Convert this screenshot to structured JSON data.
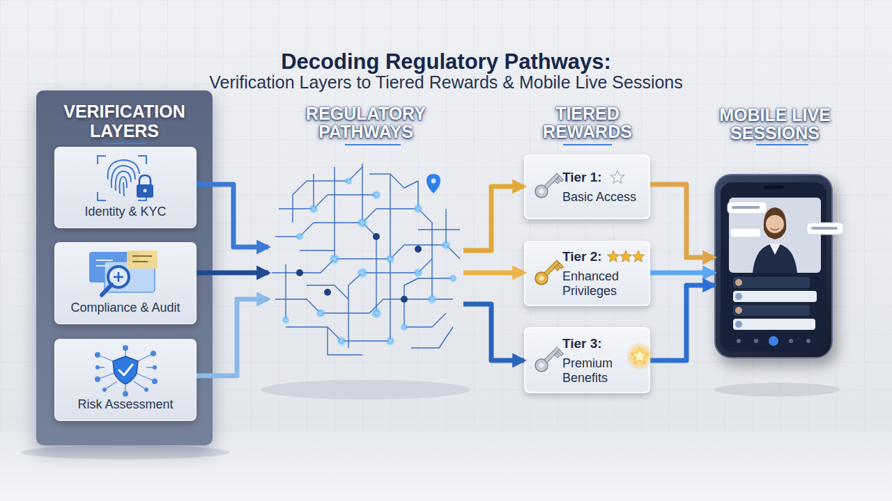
{
  "diagram": {
    "title": "Decoding Regulatory Pathways:",
    "nodes": [
      {
        "text": [
          "VERIFICATION LAYERS"
        ]
      },
      {
        "text": [
          "Identity & KYC"
        ],
        "in": 0
      },
      {
        "text": [
          "Compliance & Audit"
        ],
        "in": 0
      },
      {
        "text": [
          "Risk Assessment"
        ],
        "in": 0
      },
      {
        "text": [
          "REGULATORY PATHWAYS"
        ]
      },
      {
        "text": [
          "Tier 1:",
          "Basic Access"
        ]
      },
      {
        "text": [
          "Tier 2:",
          "Enhanced Privileges"
        ]
      },
      {
        "text": [
          "Tier 3:",
          "Premium Benefits"
        ]
      },
      {
        "text": [
          "MOBILE LIVE SESSIONS"
        ]
      }
    ],
    "edges": [
      {
        "from": 1,
        "to": 4,
        "arrow": "to"
      },
      {
        "from": 2,
        "to": 4,
        "arrow": "to"
      },
      {
        "from": 3,
        "to": 4,
        "arrow": "to"
      },
      {
        "from": 4,
        "to": 5,
        "arrow": "to"
      },
      {
        "from": 4,
        "to": 6,
        "arrow": "to"
      },
      {
        "from": 4,
        "to": 7,
        "arrow": "to"
      },
      {
        "from": 5,
        "to": 8,
        "arrow": "to"
      },
      {
        "from": 6,
        "to": 8,
        "arrow": "to"
      },
      {
        "from": 7,
        "to": 8,
        "arrow": "to"
      }
    ],
    "labels": [
      "Verification Layers to Tiered Rewards & Mobile Live Sessions",
      "TIERED REWARDS"
    ]
  }
}
